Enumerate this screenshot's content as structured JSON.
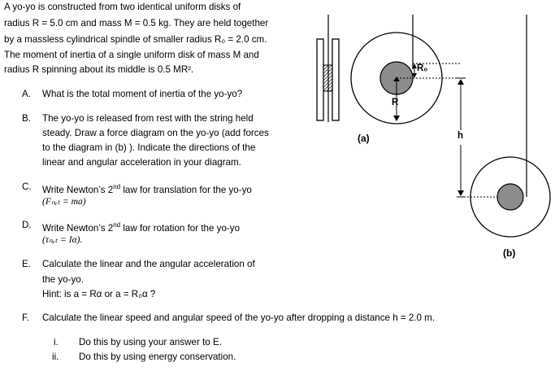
{
  "intro": {
    "line1": "A yo-yo is constructed from two identical uniform disks of",
    "line2": "radius R = 5.0 cm and mass M = 0.5 kg. They are held together",
    "line3": "by a massless cylindrical spindle of smaller radius R₀ = 2.0 cm.",
    "line4": "The moment of inertia of a single uniform disk of mass M and",
    "line5": "radius R spinning about its middle is 0.5 MR²."
  },
  "questions": {
    "A": {
      "letter": "A.",
      "lines": [
        "What is the total moment of inertia of the yo-yo?"
      ]
    },
    "B": {
      "letter": "B.",
      "lines": [
        "The yo-yo is released from rest with the string held",
        "steady. Draw a force diagram on the yo-yo (add forces",
        "to the diagram in (b) ). Indicate the directions of the",
        "linear and angular acceleration in your diagram."
      ]
    },
    "C": {
      "letter": "C.",
      "line1_pre": "Write Newton’s 2",
      "line1_sup": "nd",
      "line1_post": " law for translation for the yo-yo",
      "line2": "(Fₙₑₜ = ma)"
    },
    "D": {
      "letter": "D.",
      "line1_pre": "Write Newton’s 2",
      "line1_sup": "nd",
      "line1_post": " law for rotation for the yo-yo",
      "line2": "(τₙₑₜ = Iα)."
    },
    "E": {
      "letter": "E.",
      "line1": "Calculate the linear and the angular acceleration of",
      "line2": "the yo-yo.",
      "hint": "Hint: is a = Rα or a = R₀α ?"
    },
    "F": {
      "letter": "F.",
      "line1": "Calculate the linear speed and angular speed of the yo-yo after dropping a distance h = 2.0 m.",
      "subs": [
        {
          "num": "i.",
          "text": "Do this by using your answer to E."
        },
        {
          "num": "ii.",
          "text": "Do this by using energy conservation."
        }
      ]
    }
  },
  "figure": {
    "label_a": "(a)",
    "label_b": "(b)",
    "label_R": "R",
    "label_R0": "R₀",
    "label_h": "h",
    "colors": {
      "spindle": "#8c8c8c",
      "line": "#000000"
    }
  }
}
